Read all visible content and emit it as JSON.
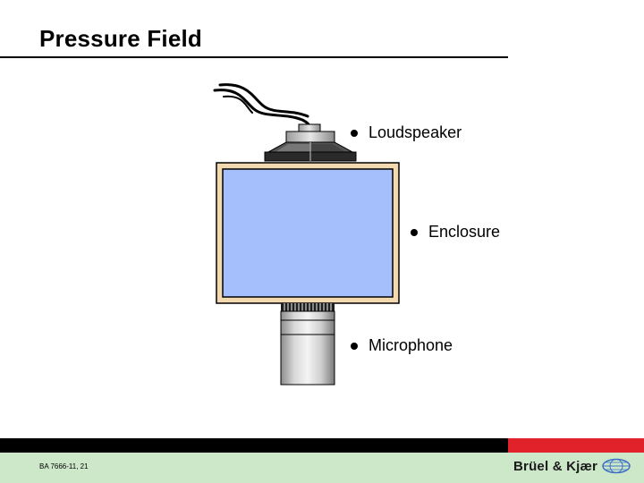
{
  "title": "Pressure Field",
  "labels": {
    "loudspeaker": "Loudspeaker",
    "enclosure": "Enclosure",
    "microphone": "Microphone"
  },
  "footer": {
    "doc_code": "BA 7666-11, 21",
    "brand": "Brüel & Kjær"
  },
  "colors": {
    "enclosure_fill": "#a4bffc",
    "enclosure_frame": "#f3d9b0",
    "footer_bar_black": "#000000",
    "footer_bar_red": "#e2222a",
    "footer_band": "#cde8c9"
  }
}
